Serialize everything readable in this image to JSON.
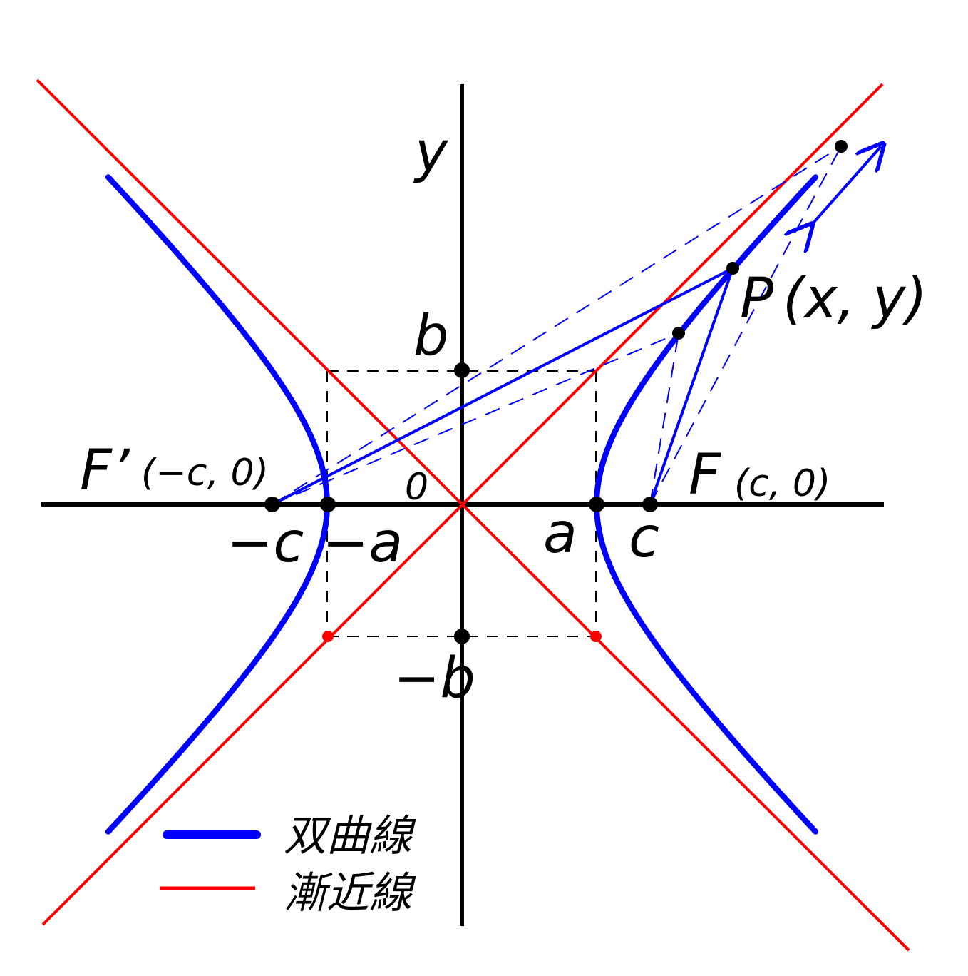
{
  "axes": {
    "x_label": "",
    "y_label": "y",
    "origin_label": "0"
  },
  "ticks": {
    "a": "a",
    "neg_a": "−a",
    "c": "c",
    "neg_c": "−c",
    "b": "b",
    "neg_b": "−b"
  },
  "points": {
    "focus_right": {
      "name": "F",
      "coords": "(c, 0)"
    },
    "focus_left": {
      "name": "F’",
      "coords": "(−c, 0)"
    },
    "point_p": {
      "name": "P",
      "coords": "(x, y)"
    }
  },
  "legend": [
    {
      "label": "双曲線",
      "color": "#0000ff"
    },
    {
      "label": "漸近線",
      "color": "#ff0000"
    }
  ],
  "colors": {
    "hyperbola": "#0000ff",
    "asymptote": "#ff0000",
    "axis": "#000000"
  }
}
